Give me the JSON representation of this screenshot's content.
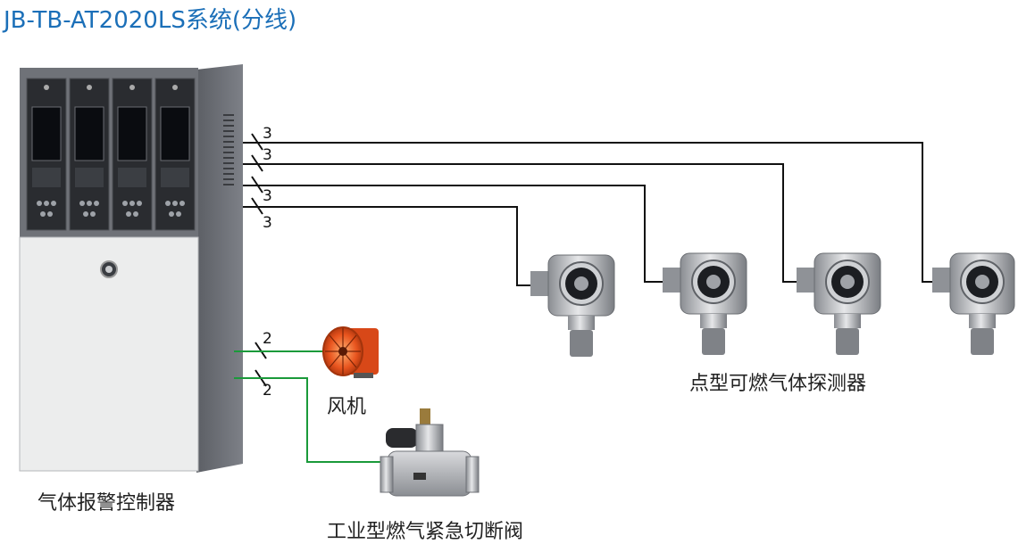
{
  "title": "JB-TB-AT2020LS系统(分线)",
  "labels": {
    "controller": "气体报警控制器",
    "fan": "风机",
    "valve": "工业型燃气紧急切断阀",
    "detectors": "点型可燃气体探测器"
  },
  "wire_counts": {
    "detector_1": "3",
    "detector_2": "3",
    "detector_3": "3",
    "detector_4": "3",
    "fan": "2",
    "valve": "2"
  },
  "colors": {
    "title": "#1b6fb8",
    "signal_wire": "#111111",
    "power_wire": "#1a9a3a",
    "cabinet": "#6b6e74",
    "fan": "#e8541e"
  },
  "icons": {
    "controller": "gas-alarm-controller-cabinet-icon",
    "fan": "axial-fan-icon",
    "valve": "solenoid-shutoff-valve-icon",
    "detector": "explosion-proof-gas-detector-icon"
  }
}
